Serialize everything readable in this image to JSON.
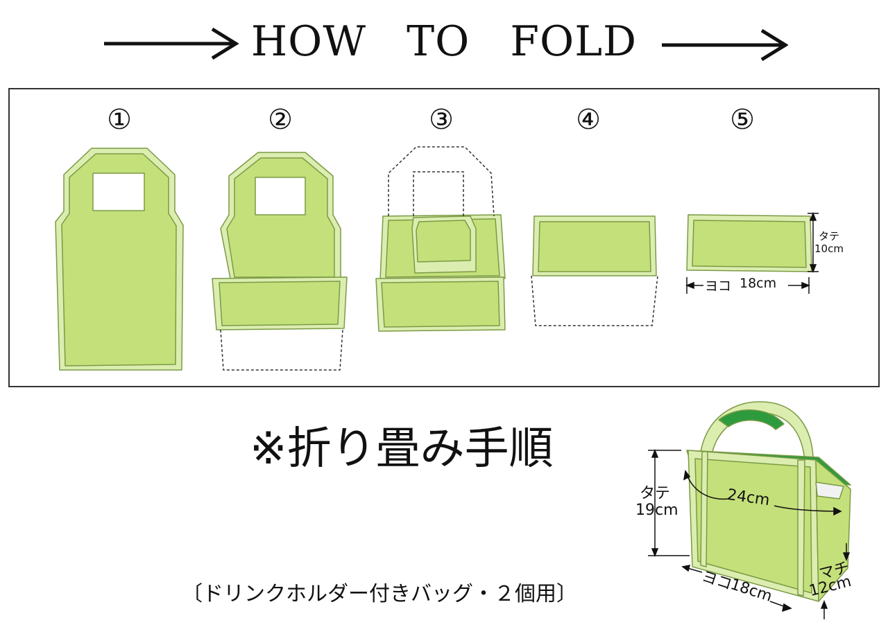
{
  "header": {
    "title": "HOW TO FOLD"
  },
  "steps": [
    {
      "number": "①"
    },
    {
      "number": "②"
    },
    {
      "number": "③"
    },
    {
      "number": "④"
    },
    {
      "number": "⑤"
    }
  ],
  "folded_dims": {
    "height_label": "タテ",
    "height_value": "10cm",
    "width_label": "ヨコ",
    "width_value": "18cm"
  },
  "subtitle": "※折り畳み手順",
  "caption": "〔ドリンクホルダー付きバッグ・２個用〕",
  "bag_dims": {
    "height_label": "タテ",
    "height_value": "19cm",
    "circumference_value": "24cm",
    "width_label": "ヨコ",
    "width_value": "18cm",
    "depth_label": "マチ",
    "depth_value": "12cm"
  },
  "colors": {
    "bag_fill": "#c4e07a",
    "bag_edge": "#dcedb0",
    "bag_outline": "#6f8f3a",
    "inner_green": "#2e9a3e",
    "dashed": "#333333"
  }
}
